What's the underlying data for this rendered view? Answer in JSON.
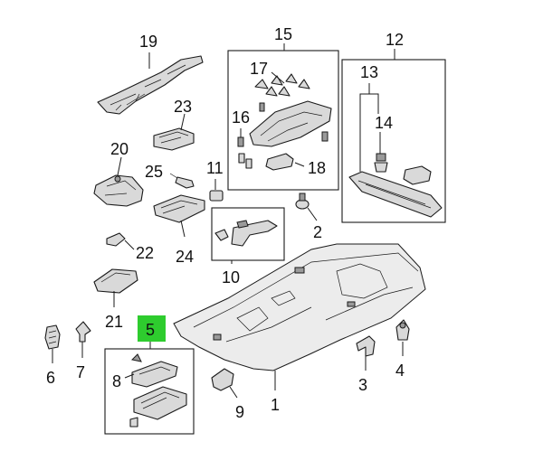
{
  "diagram": {
    "highlight_color": "#2ecc2e",
    "highlighted_callout": "5",
    "callouts": {
      "c1": "1",
      "c2": "2",
      "c3": "3",
      "c4": "4",
      "c5": "5",
      "c6": "6",
      "c7": "7",
      "c8": "8",
      "c9": "9",
      "c10": "10",
      "c11": "11",
      "c12": "12",
      "c13": "13",
      "c14": "14",
      "c15": "15",
      "c16": "16",
      "c17": "17",
      "c18": "18",
      "c19": "19",
      "c20": "20",
      "c21": "21",
      "c22": "22",
      "c23": "23",
      "c24": "24",
      "c25": "25"
    }
  }
}
